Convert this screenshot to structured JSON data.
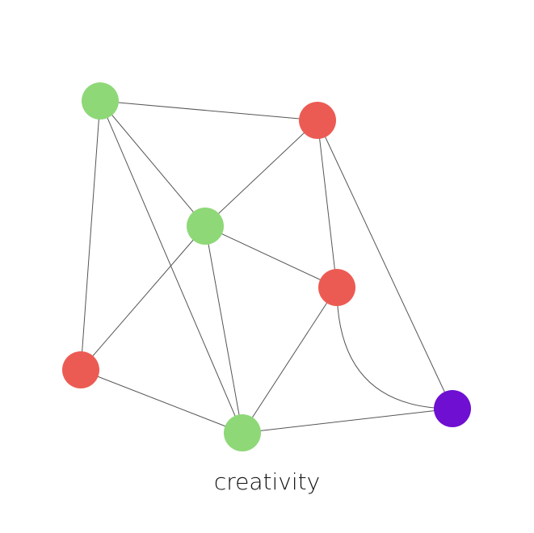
{
  "caption": "creativity",
  "colors": {
    "green": "#8ed878",
    "red": "#ec5b53",
    "purple": "#6e0fd1",
    "edge": "#555555"
  },
  "nodes": [
    {
      "id": "n1",
      "group": "green"
    },
    {
      "id": "n2",
      "group": "red"
    },
    {
      "id": "n3",
      "group": "green"
    },
    {
      "id": "n4",
      "group": "red"
    },
    {
      "id": "n5",
      "group": "red"
    },
    {
      "id": "n6",
      "group": "green"
    },
    {
      "id": "n7",
      "group": "purple"
    }
  ],
  "edges": [
    [
      "n1",
      "n2"
    ],
    [
      "n1",
      "n3"
    ],
    [
      "n1",
      "n6"
    ],
    [
      "n1",
      "n5"
    ],
    [
      "n2",
      "n3"
    ],
    [
      "n2",
      "n4"
    ],
    [
      "n2",
      "n7"
    ],
    [
      "n3",
      "n4"
    ],
    [
      "n3",
      "n5"
    ],
    [
      "n3",
      "n6"
    ],
    [
      "n4",
      "n6"
    ],
    [
      "n4",
      "n7"
    ],
    [
      "n5",
      "n6"
    ],
    [
      "n6",
      "n7"
    ]
  ]
}
